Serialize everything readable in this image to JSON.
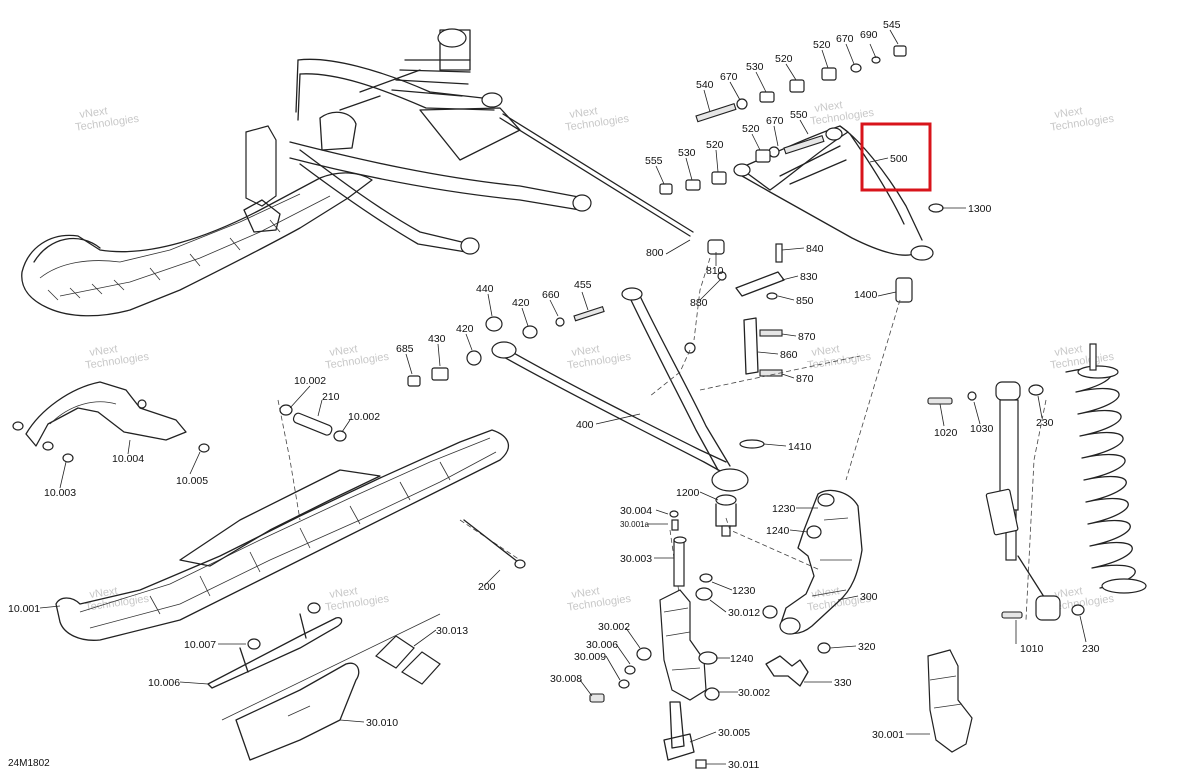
{
  "diagram_id": "24M1802",
  "watermark_text": [
    "vNext",
    "Technologies"
  ],
  "highlight_color": "#d8141b",
  "highlighted_part": "500",
  "callouts": {
    "c545": "545",
    "c690": "690",
    "c520a": "520",
    "c670a": "670",
    "c520b": "520",
    "c530a": "530",
    "c670b": "670",
    "c540": "540",
    "c550": "550",
    "c670c": "670",
    "c520c": "520",
    "c520d": "520",
    "c530b": "530",
    "c555": "555",
    "c500": "500",
    "c1300": "1300",
    "c800": "800",
    "c810": "810",
    "c840": "840",
    "c830": "830",
    "c850": "850",
    "c880": "880",
    "c1400": "1400",
    "c440": "440",
    "c420a": "420",
    "c660": "660",
    "c455": "455",
    "c420b": "420",
    "c430": "430",
    "c685": "685",
    "c870a": "870",
    "c860": "860",
    "c870b": "870",
    "c10002a": "10.002",
    "c210": "210",
    "c10002b": "10.002",
    "c400": "400",
    "c1410": "1410",
    "c10004": "10.004",
    "c10003": "10.003",
    "c10005": "10.005",
    "c1020": "1020",
    "c1030": "1030",
    "c230a": "230",
    "c1200": "1200",
    "c1230a": "1230",
    "c1240a": "1240",
    "c30004": "30.004",
    "c30001a": "30.001a",
    "c30003": "30.003",
    "c1230b": "1230",
    "c30012": "30.012",
    "c300": "300",
    "c200": "200",
    "c10001": "10.001",
    "c10007": "10.007",
    "c30013": "30.013",
    "c30002a": "30.002",
    "c30006": "30.006",
    "c30009": "30.009",
    "c1240b": "1240",
    "c320": "320",
    "c1010": "1010",
    "c230b": "230",
    "c10006": "10.006",
    "c30008": "30.008",
    "c30002b": "30.002",
    "c330": "330",
    "c30010": "30.010",
    "c30005": "30.005",
    "c30001": "30.001",
    "c30011": "30.011"
  }
}
